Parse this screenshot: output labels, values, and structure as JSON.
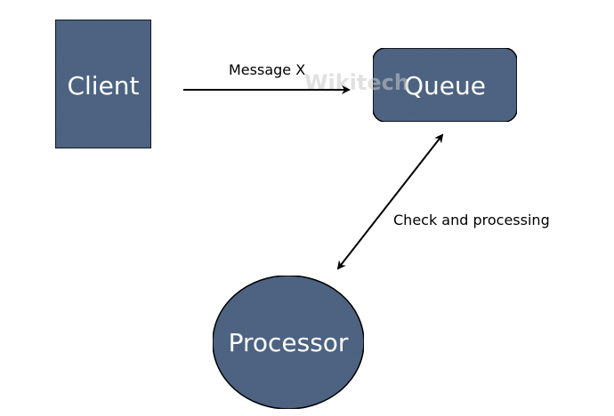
{
  "colors": {
    "node_fill": "#4f6584",
    "node_stroke": "#000000",
    "edge": "#000000",
    "label_text": "#ffffff"
  },
  "nodes": {
    "client": {
      "label": "Client",
      "shape": "rectangle"
    },
    "queue": {
      "label": "Queue",
      "shape": "rounded-rectangle"
    },
    "processor": {
      "label": "Processor",
      "shape": "ellipse"
    }
  },
  "edges": {
    "client_to_queue": {
      "label": "Message X",
      "from": "client",
      "to": "queue",
      "direction": "one-way"
    },
    "queue_processor": {
      "label": "Check and processing",
      "from": "queue",
      "to": "processor",
      "direction": "two-way"
    }
  },
  "watermark": {
    "text": "Wikitech"
  }
}
